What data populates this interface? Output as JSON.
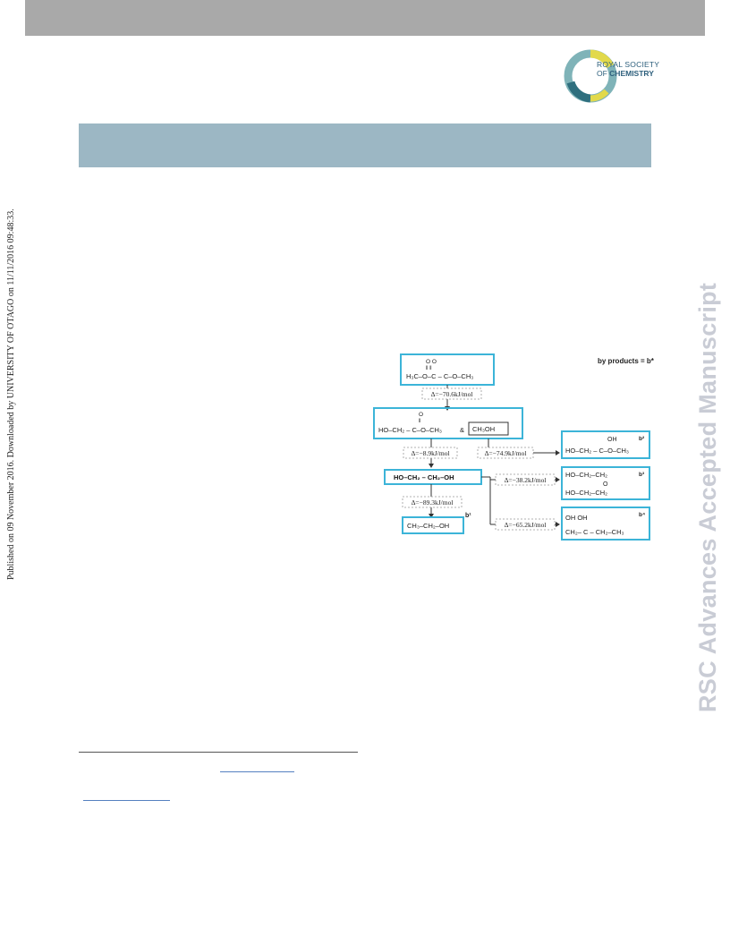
{
  "logo": {
    "line1": "ROYAL SOCIETY",
    "line2_prefix": "OF ",
    "line2_bold": "CHEMISTRY"
  },
  "side_stamp": "Published on 09 November 2016. Downloaded by UNIVERSITY OF OTAGO on 11/11/2016 09:48:33.",
  "watermark": "RSC Advances Accepted Manuscript",
  "scheme": {
    "legend": "by products = b*",
    "start_top": "O     O",
    "start_eq": "‖      ‖",
    "start": "H₃C–O–C – C–O–CH₃",
    "step1_energy": "Δ=−70.6kJ/mol",
    "mid_top": "O",
    "mid_eq": "‖",
    "mid": "HO–CH₂ – C–O–CH₃",
    "mid_amp": "&",
    "methanol": "CH₃OH",
    "step2_energy": "Δ=−8.9kJ/mol",
    "eg": "HO–CH₂ – CH₂–OH",
    "step3_energy": "Δ=−89.3kJ/mol",
    "ethanol": "CH₃–CH₂–OH",
    "b1": "b¹",
    "b2_energy": "Δ=−74.9kJ/mol",
    "b2_top": "OH",
    "b2": "HO–CH₂ – C–O–CH₃",
    "b2_label": "b²",
    "b3_energy": "Δ=−38.2kJ/mol",
    "b3_line1": "HO–CH₂–CH₂",
    "b3_o": "O",
    "b3_line2": "HO–CH₂–CH₂",
    "b3_label": "b³",
    "b4_energy": "Δ=−65.2kJ/mol",
    "b4_top": "OH   OH",
    "b4": "CH₂– C – CH₂–CH₃",
    "b4_label": "b⁴"
  }
}
